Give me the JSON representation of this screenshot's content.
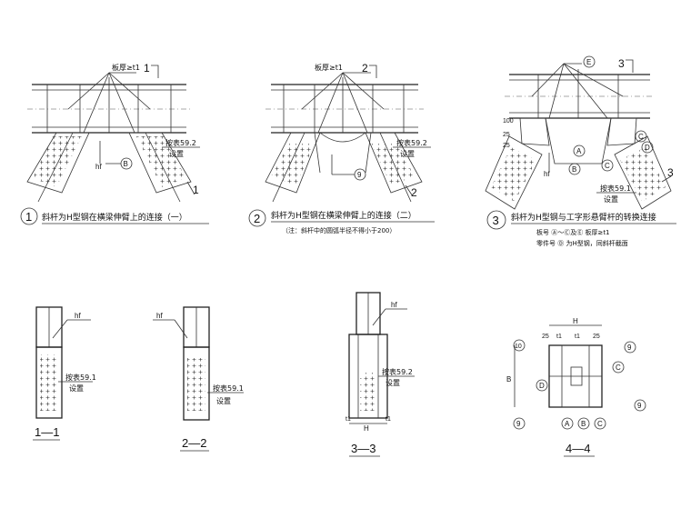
{
  "details": [
    {
      "num": "1",
      "title": "斜杆为H型钢在横梁伸臂上的连接（一）",
      "note": ""
    },
    {
      "num": "2",
      "title": "斜杆为H型钢在横梁伸臂上的连接（二）",
      "note": "（注：斜杆中的圆弧半径不得小于200）"
    },
    {
      "num": "3",
      "title": "斜杆为H型钢与工字形悬臂杆的转换连接",
      "note": "板号 Ⓐ～Ⓒ及Ⓔ 板厚≥t1",
      "note2": "零件号 Ⓓ 为H型钢，同斜杆截面"
    }
  ],
  "labels": {
    "plate_thick": "板厚≥t1",
    "ref_592": "按表59.2",
    "ref_591": "按表59.1",
    "setting": "设置",
    "hf": "hf",
    "sec11": "1—1",
    "sec22": "2—2",
    "sec33": "3—3",
    "sec44": "4—4",
    "cut1": "1",
    "cut2": "2",
    "cut3": "3",
    "H": "H",
    "B": "B",
    "t1": "t1",
    "dim25": "25",
    "dim100": "100",
    "bubA": "A",
    "bubB": "B",
    "bubC": "C",
    "bubD": "D",
    "bubE": "E",
    "bub9": "9",
    "bub10": "10"
  }
}
